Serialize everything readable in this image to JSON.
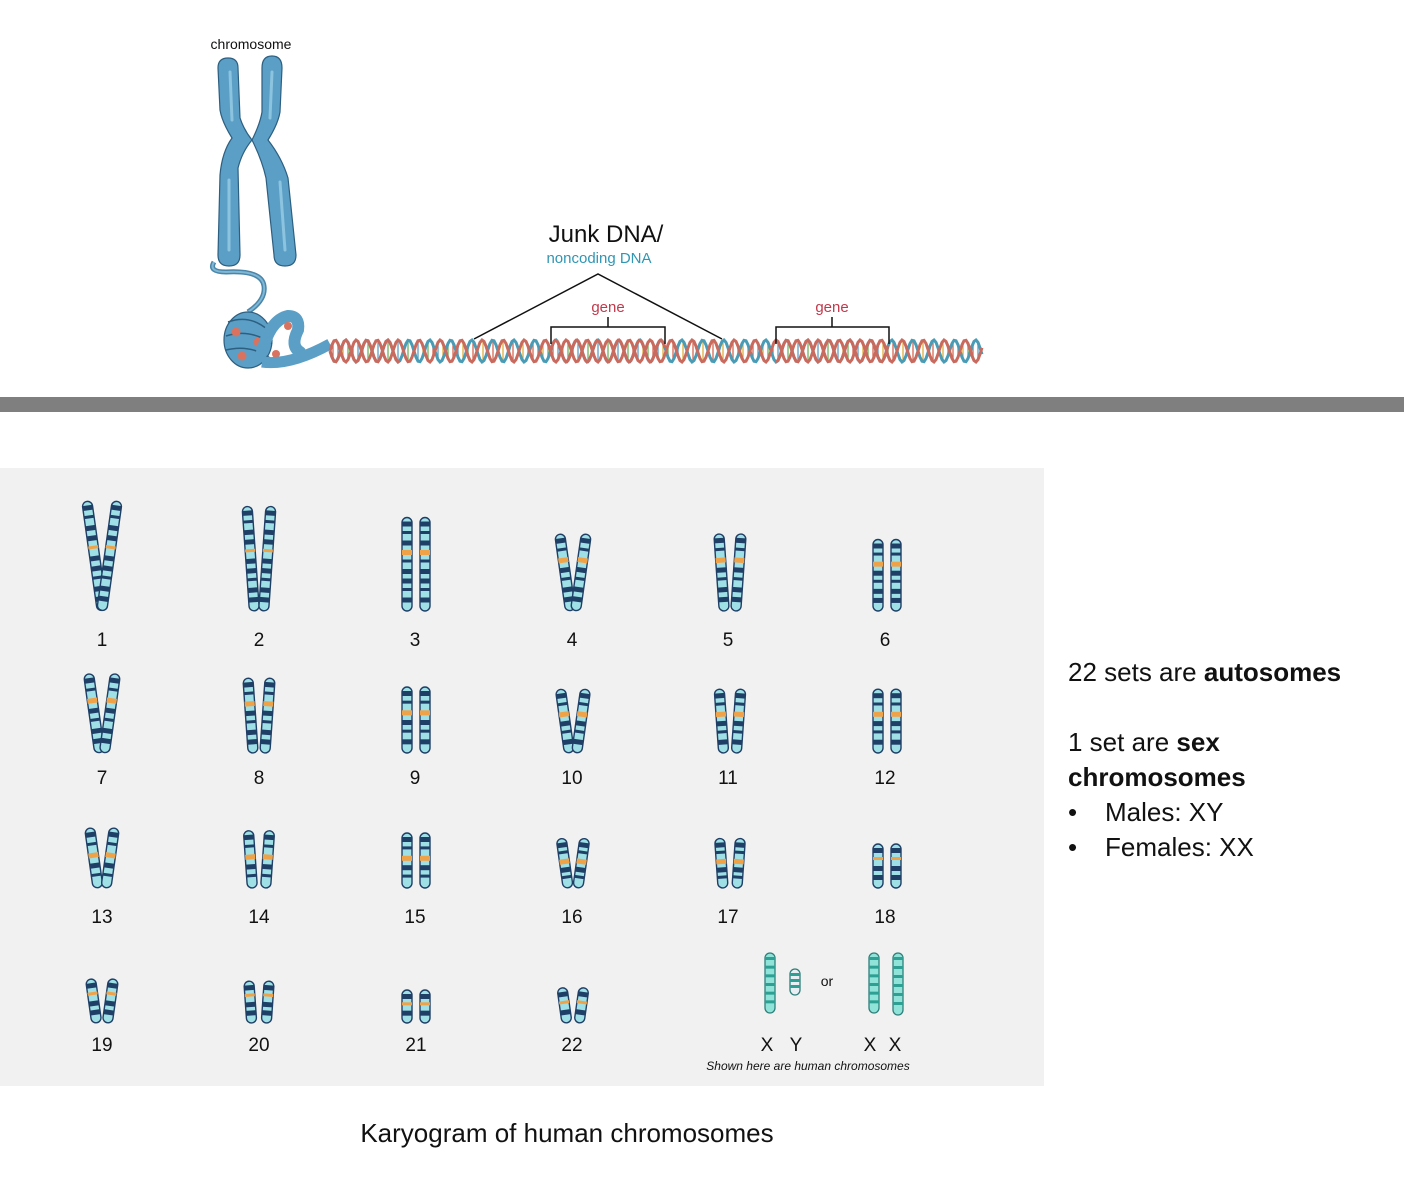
{
  "diagram": {
    "chromosome_label": "chromosome",
    "junk_dna_label": "Junk DNA/",
    "noncoding_label": "noncoding DNA",
    "gene_labels": [
      "gene",
      "gene"
    ]
  },
  "karyogram": {
    "pairs": [
      {
        "label": "1"
      },
      {
        "label": "2"
      },
      {
        "label": "3"
      },
      {
        "label": "4"
      },
      {
        "label": "5"
      },
      {
        "label": "6"
      },
      {
        "label": "7"
      },
      {
        "label": "8"
      },
      {
        "label": "9"
      },
      {
        "label": "10"
      },
      {
        "label": "11"
      },
      {
        "label": "12"
      },
      {
        "label": "13"
      },
      {
        "label": "14"
      },
      {
        "label": "15"
      },
      {
        "label": "16"
      },
      {
        "label": "17"
      },
      {
        "label": "18"
      },
      {
        "label": "19"
      },
      {
        "label": "20"
      },
      {
        "label": "21"
      },
      {
        "label": "22"
      }
    ],
    "sex_labels": {
      "x1": "X",
      "y": "Y",
      "or": "or",
      "x2": "X",
      "x3": "X"
    },
    "note": "Shown here are human chromosomes",
    "caption": "Karyogram of human chromosomes"
  },
  "info": {
    "autosomes_prefix": "22 sets are ",
    "autosomes_bold": "autosomes",
    "sex_prefix": "1 set are ",
    "sex_bold": "sex chromosomes",
    "bullets": [
      "Males: XY",
      "Females: XX"
    ]
  },
  "colors": {
    "chromosome_blue": "#5b9fc6",
    "band_dark": "#1f3f66",
    "band_light": "#9ee0e6",
    "band_orange": "#f0a248",
    "dna_red": "#c96a5e",
    "dna_teal": "#4a9bb5",
    "gene_red": "#c0394b",
    "noncoding_teal": "#2f96b4",
    "divider": "#7f7f7f",
    "panel": "#f1f1f1"
  }
}
